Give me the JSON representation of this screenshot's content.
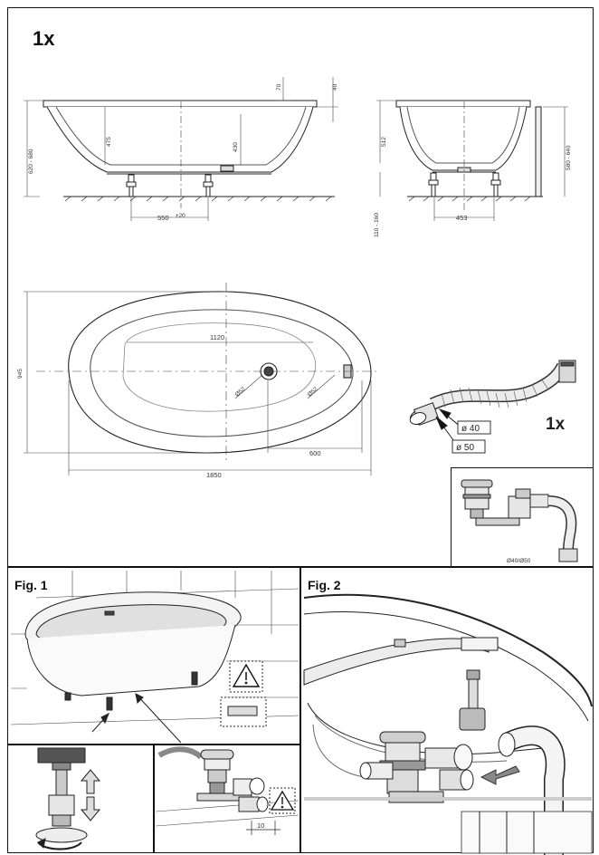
{
  "header": {
    "quantity_main": "1x",
    "quantity_hose": "1x"
  },
  "side_view": {
    "dim_top_rim": "70",
    "dim_rim": "40",
    "dim_height": "620 - 680",
    "dim_depth": "475",
    "dim_inner": "430",
    "dim_feet": "550",
    "dim_feet_unit": "±20"
  },
  "end_view": {
    "dim_depth": "512",
    "dim_height": "580 - 640",
    "dim_feet_range": "110 - 160",
    "dim_feet": "453"
  },
  "top_view": {
    "dim_inner_length": "1120",
    "dim_width": "945",
    "dim_drain_offset": "600",
    "dim_length": "1850",
    "drain_mark_1": "Ø52",
    "drain_mark_2": "Ø52"
  },
  "hose": {
    "diam_40": "ø 40",
    "diam_50": "ø 50"
  },
  "waste_kit": {
    "caption": "Ø40/Ø50"
  },
  "fig1": {
    "label": "Fig. 1",
    "gap": "10"
  },
  "fig2": {
    "label": "Fig. 2"
  },
  "colors": {
    "line": "#222222",
    "fill_light": "#f1f1f1",
    "fill_mid": "#d6d6d6",
    "fill_dark": "#9a9a9a",
    "accent": "#cfcfcf"
  }
}
